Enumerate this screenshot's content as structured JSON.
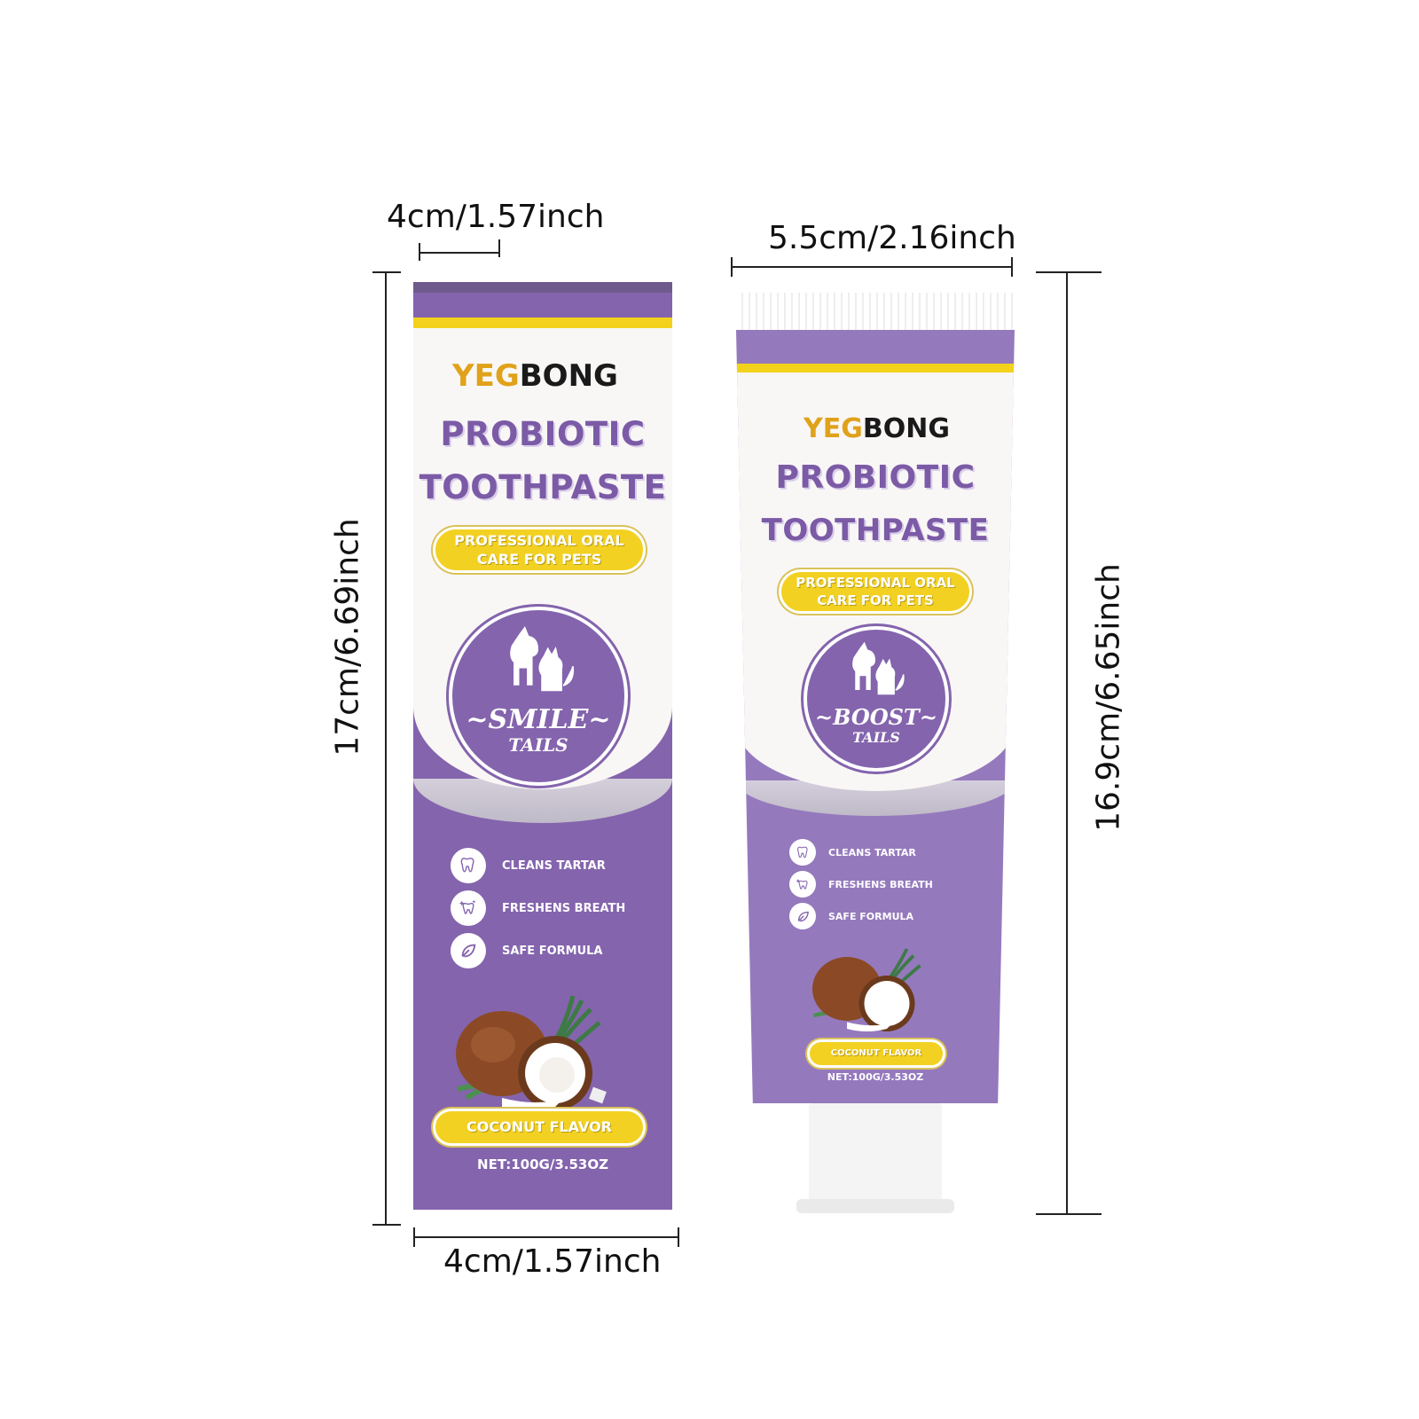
{
  "dimensions": {
    "box_top_width": "4cm/1.57inch",
    "box_bottom_width": "4cm/1.57inch",
    "box_height": "17cm/6.69inch",
    "tube_width": "5.5cm/2.16inch",
    "tube_height": "16.9cm/6.65inch"
  },
  "box": {
    "brand_part1": "YEG",
    "brand_part2": "BONG",
    "title_line1": "PROBIOTIC",
    "title_line2": "TOOTHPASTE",
    "tagline_line1": "PROFESSIONAL ORAL",
    "tagline_line2": "CARE FOR PETS",
    "seal_big": "~SMILE~",
    "seal_small": "TAILS",
    "features": [
      "CLEANS TARTAR",
      "FRESHENS BREATH",
      "SAFE FORMULA"
    ],
    "flavor": "COCONUT FLAVOR",
    "net": "NET:100G/3.53OZ"
  },
  "tube": {
    "brand_part1": "YEG",
    "brand_part2": "BONG",
    "title_line1": "PROBIOTIC",
    "title_line2": "TOOTHPASTE",
    "tagline_line1": "PROFESSIONAL ORAL",
    "tagline_line2": "CARE FOR PETS",
    "seal_big": "~BOOST~",
    "seal_small": "TAILS",
    "features": [
      "CLEANS TARTAR",
      "FRESHENS BREATH",
      "SAFE FORMULA"
    ],
    "flavor": "COCONUT FLAVOR",
    "net": "NET:100G/3.53OZ"
  },
  "icons": [
    "tooth-icon",
    "sparkle-tooth-icon",
    "leaf-icon",
    "dog-cat-icon",
    "coconut-icon"
  ],
  "colors": {
    "purple": "#8464ad",
    "yellow": "#f2d21a",
    "brand_orange": "#e0a21a"
  }
}
